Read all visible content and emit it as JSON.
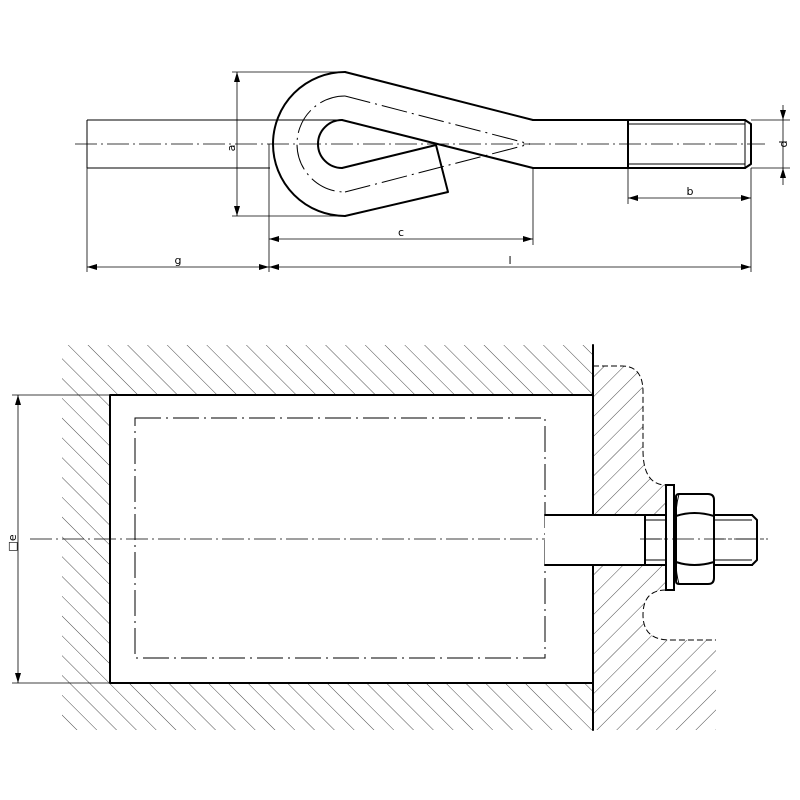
{
  "dimensions": {
    "a": "a",
    "b": "b",
    "c": "c",
    "d": "d",
    "g": "g",
    "l": "l",
    "e": "□e"
  },
  "views": [
    {
      "name": "eye-bolt-elevation"
    },
    {
      "name": "anchor-block-section"
    }
  ]
}
